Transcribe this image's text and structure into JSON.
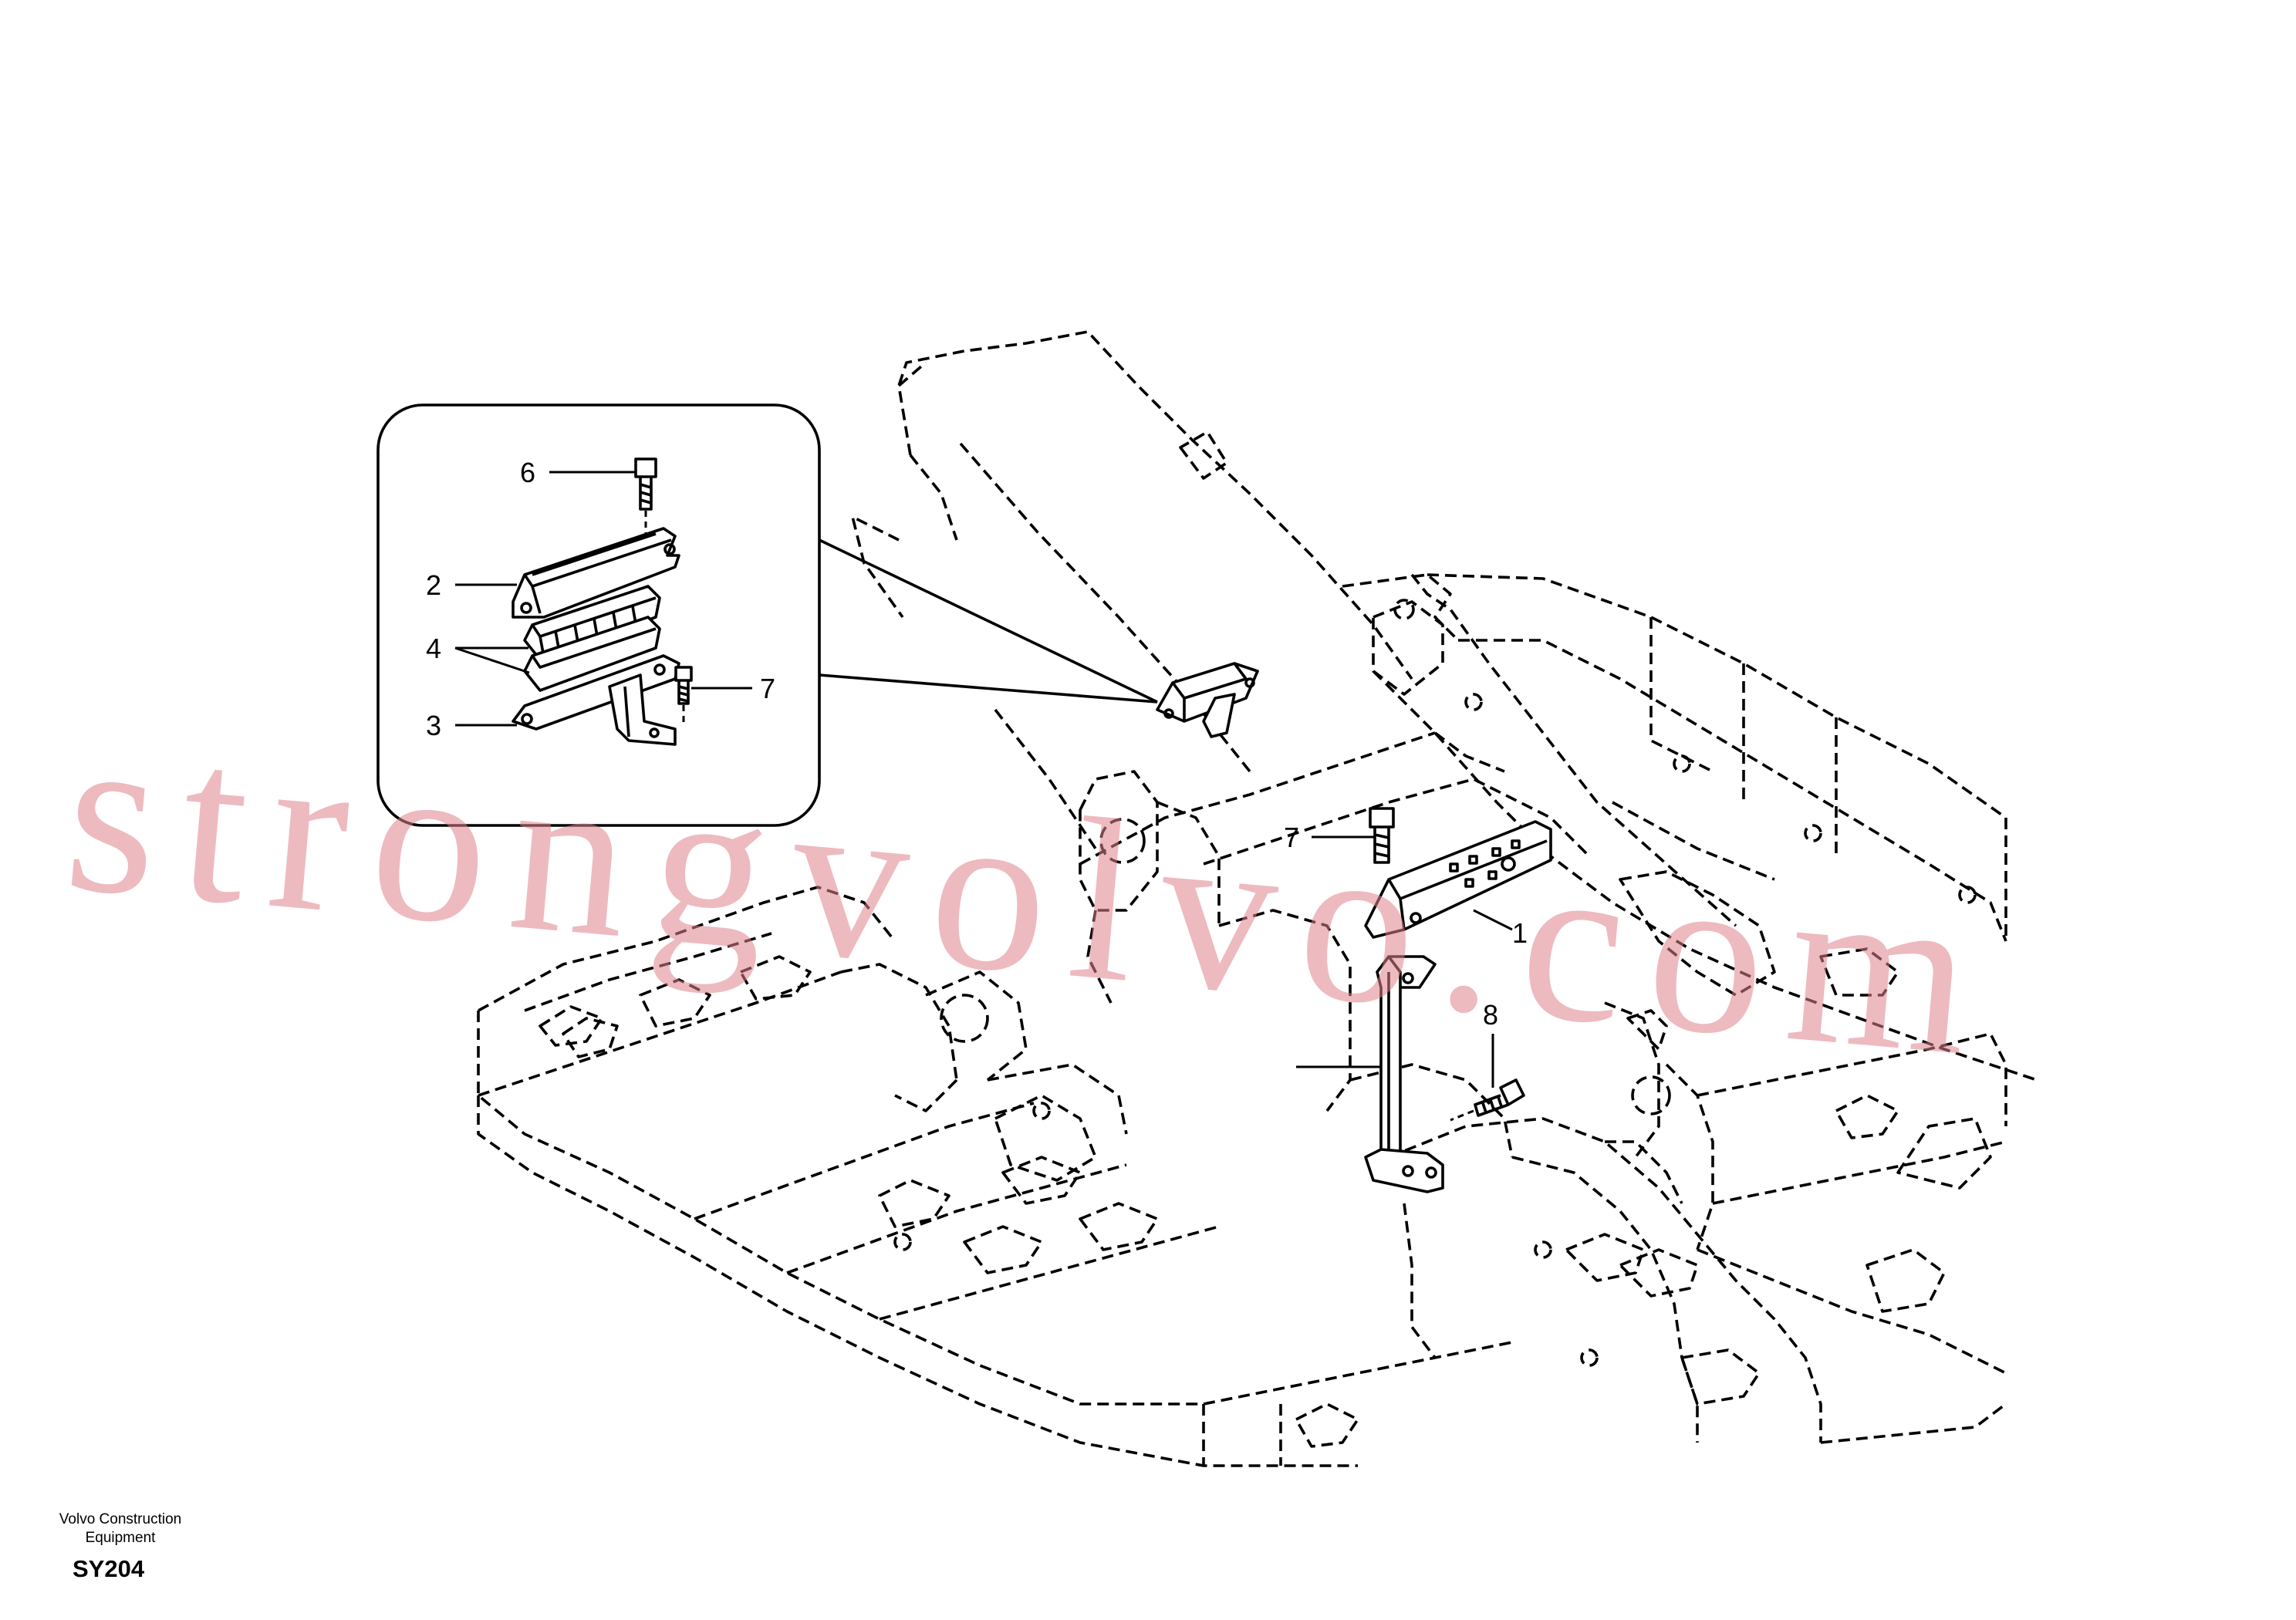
{
  "callouts": {
    "detail_6": "6",
    "detail_2": "2",
    "detail_4": "4",
    "detail_3": "3",
    "detail_7": "7",
    "main_7": "7",
    "main_1": "1",
    "main_8": "8"
  },
  "watermark": "strongvolvo.com",
  "footer": {
    "company_line1": "Volvo Construction",
    "company_line2": "Equipment",
    "diagram_code": "SY204"
  },
  "colors": {
    "line": "#000000",
    "background": "#ffffff",
    "watermark": "#de828c"
  }
}
